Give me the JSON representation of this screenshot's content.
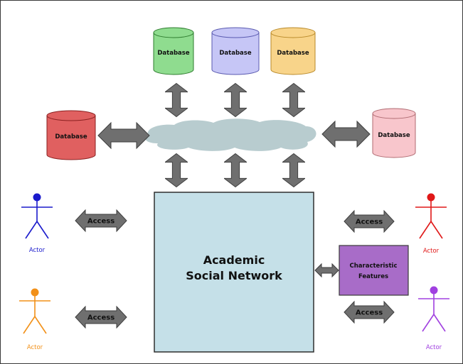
{
  "databases": {
    "top_left": {
      "label": "Database",
      "fill": "#8fdc8f",
      "stroke": "#2f7d2f"
    },
    "top_center": {
      "label": "Database",
      "fill": "#c6c6f6",
      "stroke": "#5a5ab0"
    },
    "top_right": {
      "label": "Database",
      "fill": "#f8d48a",
      "stroke": "#b98a2a"
    },
    "left": {
      "label": "Database",
      "fill": "#e06060",
      "stroke": "#8a2020"
    },
    "right": {
      "label": "Database",
      "fill": "#f8c6cc",
      "stroke": "#b06b72"
    }
  },
  "network": {
    "title_line1": "Academic",
    "title_line2": "Social Network",
    "fill": "#c5e0e8"
  },
  "cloud": {
    "fill": "#b8cccf"
  },
  "features": {
    "line1": "Characteristic",
    "line2": "Features",
    "fill": "#a86cc8"
  },
  "access_label": "Access",
  "actors": {
    "top_left": {
      "label": "Actor",
      "color": "#1a1acc"
    },
    "bottom_left": {
      "label": "Actor",
      "color": "#f29018"
    },
    "top_right": {
      "label": "Actor",
      "color": "#e01818"
    },
    "bottom_right": {
      "label": "Actor",
      "color": "#a040e0"
    }
  },
  "arrow_color": "#6f6f6f"
}
